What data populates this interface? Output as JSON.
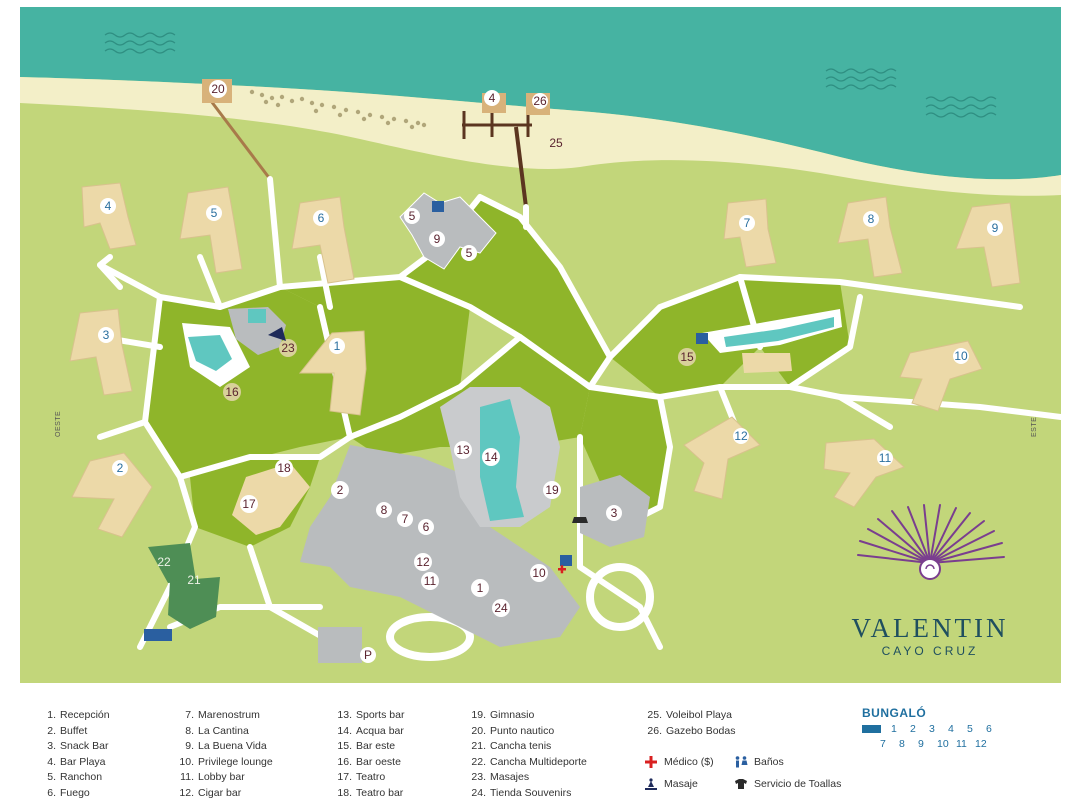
{
  "brand": {
    "name": "VALENTIN",
    "subtitle": "CAYO CRUZ"
  },
  "compass": {
    "west": "OESTE",
    "east": "ESTE"
  },
  "colors": {
    "sea": "#46b3a2",
    "beach": "#f3efc8",
    "grass": "#c2d67a",
    "lawn": "#8fb52a",
    "path": "#ffffff",
    "building": "#ecd9a8",
    "building_dark": "#d8c28d",
    "main_building": "#b9bcbe",
    "pool": "#5fc7c0",
    "sports": "#4e8e55",
    "brand_purple": "#7a3e8f",
    "brand_text": "#1f4f5f"
  },
  "bungalow_labels": [
    "4",
    "5",
    "6",
    "7",
    "8",
    "9",
    "3",
    "1",
    "10",
    "2",
    "12",
    "11"
  ],
  "facility_labels": {
    "beach_20": "20",
    "beach_4": "4",
    "beach_26": "26",
    "beach_25": "25",
    "n5a": "5",
    "n9": "9",
    "n5b": "5",
    "n23": "23",
    "n16": "16",
    "n15": "15",
    "n13": "13",
    "n14": "14",
    "n18": "18",
    "n2": "2",
    "n17": "17",
    "n8": "8",
    "n7": "7",
    "n6": "6",
    "n19": "19",
    "n3": "3",
    "n12": "12",
    "n11": "11",
    "n1": "1",
    "n10": "10",
    "n24": "24",
    "n22": "22",
    "n21": "21",
    "nP": "P"
  },
  "legend": {
    "col1": [
      {
        "n": "1.",
        "label": "Recepción"
      },
      {
        "n": "2.",
        "label": "Buffet"
      },
      {
        "n": "3.",
        "label": "Snack Bar"
      },
      {
        "n": "4.",
        "label": "Bar Playa"
      },
      {
        "n": "5.",
        "label": "Ranchon"
      },
      {
        "n": "6.",
        "label": "Fuego"
      }
    ],
    "col2": [
      {
        "n": "7.",
        "label": "Marenostrum"
      },
      {
        "n": "8.",
        "label": "La Cantina"
      },
      {
        "n": "9.",
        "label": "La Buena Vida"
      },
      {
        "n": "10.",
        "label": "Privilege lounge"
      },
      {
        "n": "11.",
        "label": "Lobby bar"
      },
      {
        "n": "12.",
        "label": "Cigar bar"
      }
    ],
    "col3": [
      {
        "n": "13.",
        "label": "Sports bar"
      },
      {
        "n": "14.",
        "label": "Acqua bar"
      },
      {
        "n": "15.",
        "label": "Bar este"
      },
      {
        "n": "16.",
        "label": "Bar oeste"
      },
      {
        "n": "17.",
        "label": "Teatro"
      },
      {
        "n": "18.",
        "label": "Teatro bar"
      }
    ],
    "col4": [
      {
        "n": "19.",
        "label": "Gimnasio"
      },
      {
        "n": "20.",
        "label": "Punto nautico"
      },
      {
        "n": "21.",
        "label": "Cancha tenis"
      },
      {
        "n": "22.",
        "label": "Cancha Multideporte"
      },
      {
        "n": "23.",
        "label": "Masajes"
      },
      {
        "n": "24.",
        "label": "Tienda Souvenirs"
      }
    ],
    "col5": [
      {
        "n": "25.",
        "label": "Voleibol Playa"
      },
      {
        "n": "26.",
        "label": "Gazebo Bodas"
      }
    ],
    "symbols": {
      "medico": "Médico ($)",
      "banos": "Baños",
      "masaje": "Masaje",
      "toallas": "Servicio de Toallas"
    }
  },
  "bungalo": {
    "title": "BUNGALÓ",
    "row1": [
      "1",
      "2",
      "3",
      "4",
      "5",
      "6"
    ],
    "row2": [
      "7",
      "8",
      "9",
      "10",
      "11",
      "12"
    ]
  }
}
